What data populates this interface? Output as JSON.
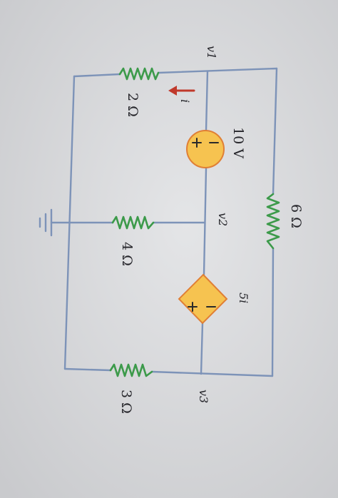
{
  "labels": {
    "r1": "2 Ω",
    "r2": "4 Ω",
    "r3": "3 Ω",
    "r4": "6 Ω",
    "vsrc": "10 V",
    "dep": "5i",
    "current": "i",
    "node1": "v1",
    "node2": "v2",
    "node3": "v3"
  },
  "colors": {
    "wire": "#7d93b8",
    "resistor": "#3c9a4a",
    "source_fill": "#f6c350",
    "source_outline": "#e07f35",
    "arrow": "#c0392b"
  }
}
